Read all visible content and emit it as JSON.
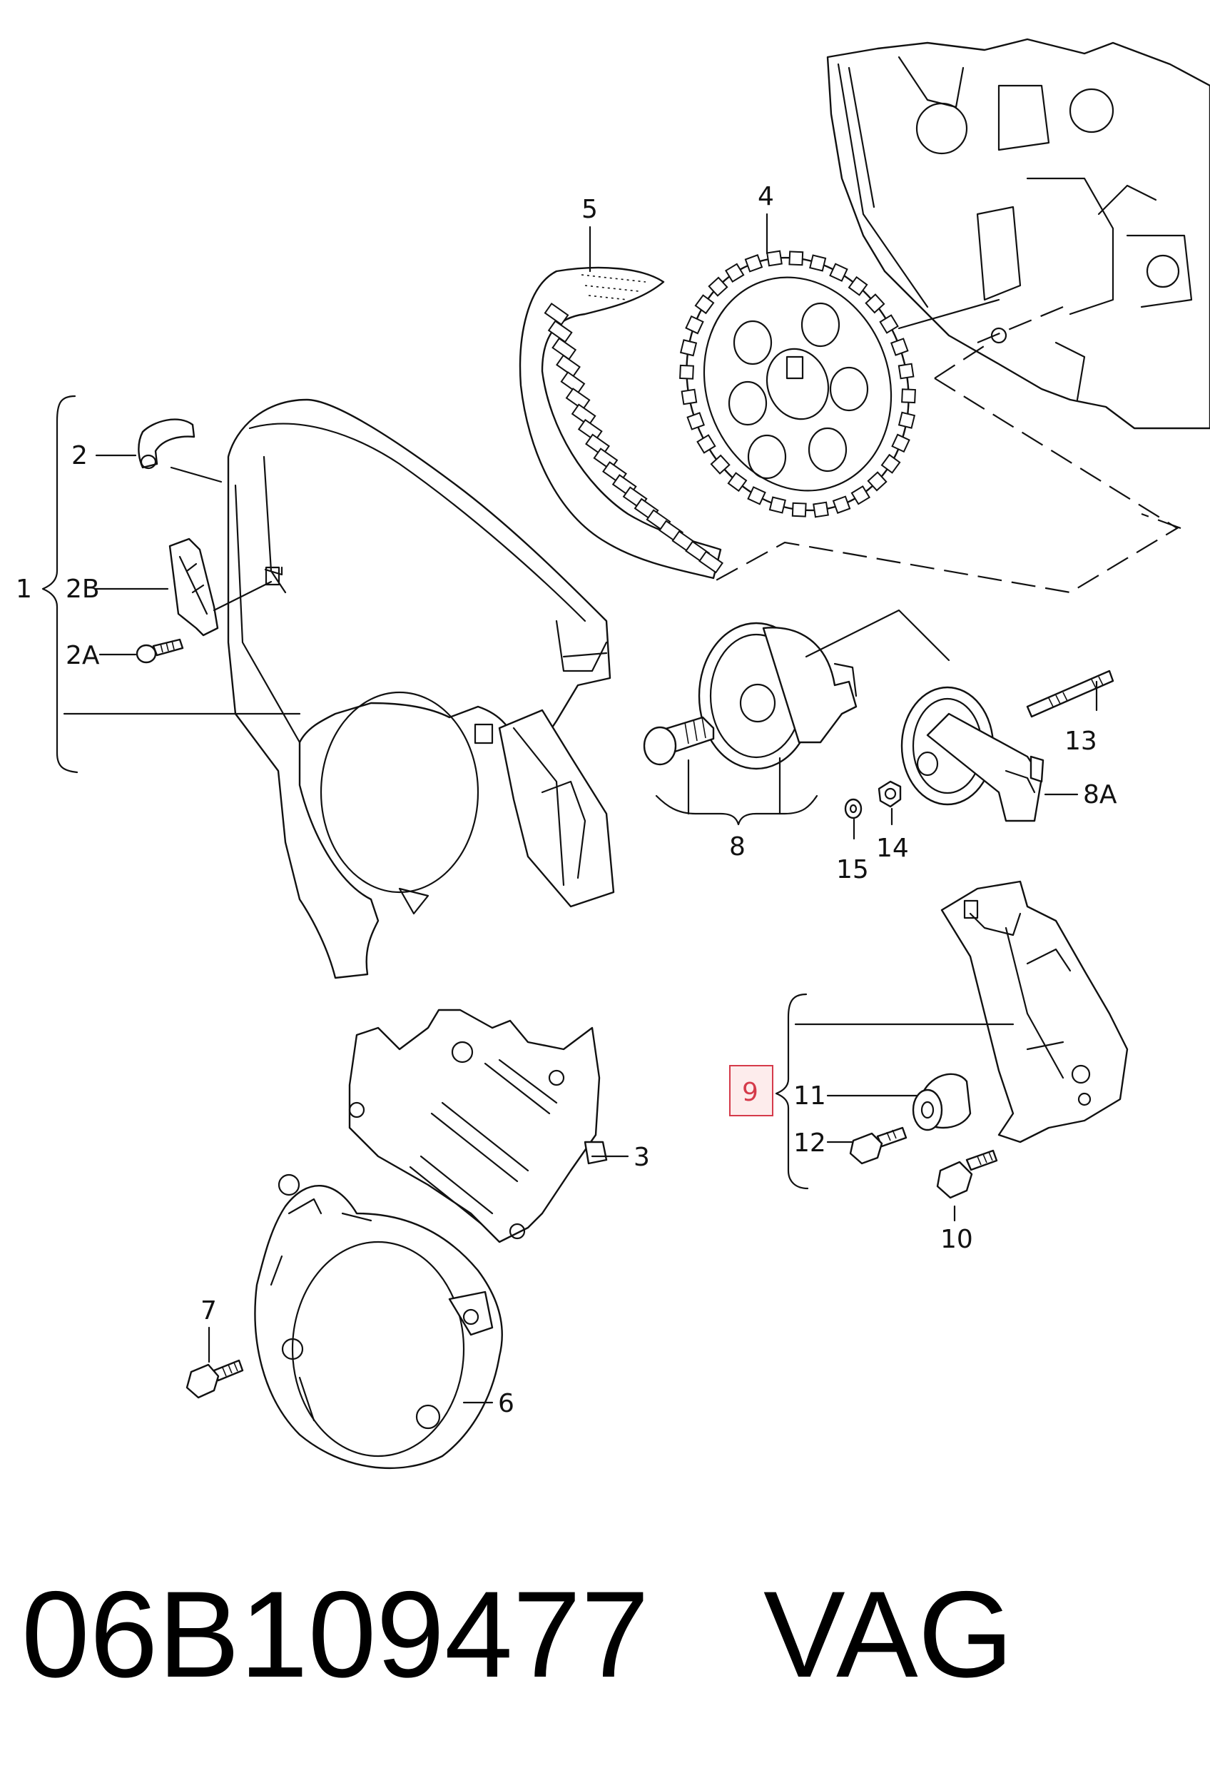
{
  "callouts": {
    "c1": "1",
    "c2": "2",
    "c2A": "2A",
    "c2B": "2B",
    "c3": "3",
    "c4": "4",
    "c5": "5",
    "c6": "6",
    "c7": "7",
    "c8": "8",
    "c8A": "8A",
    "c9": "9",
    "c10": "10",
    "c11": "11",
    "c12": "12",
    "c13": "13",
    "c14": "14",
    "c15": "15"
  },
  "highlighted_callout": "9",
  "highlight_color": "#d53a4a",
  "footer": {
    "part_number": "06B109477",
    "brand": "VAG"
  }
}
